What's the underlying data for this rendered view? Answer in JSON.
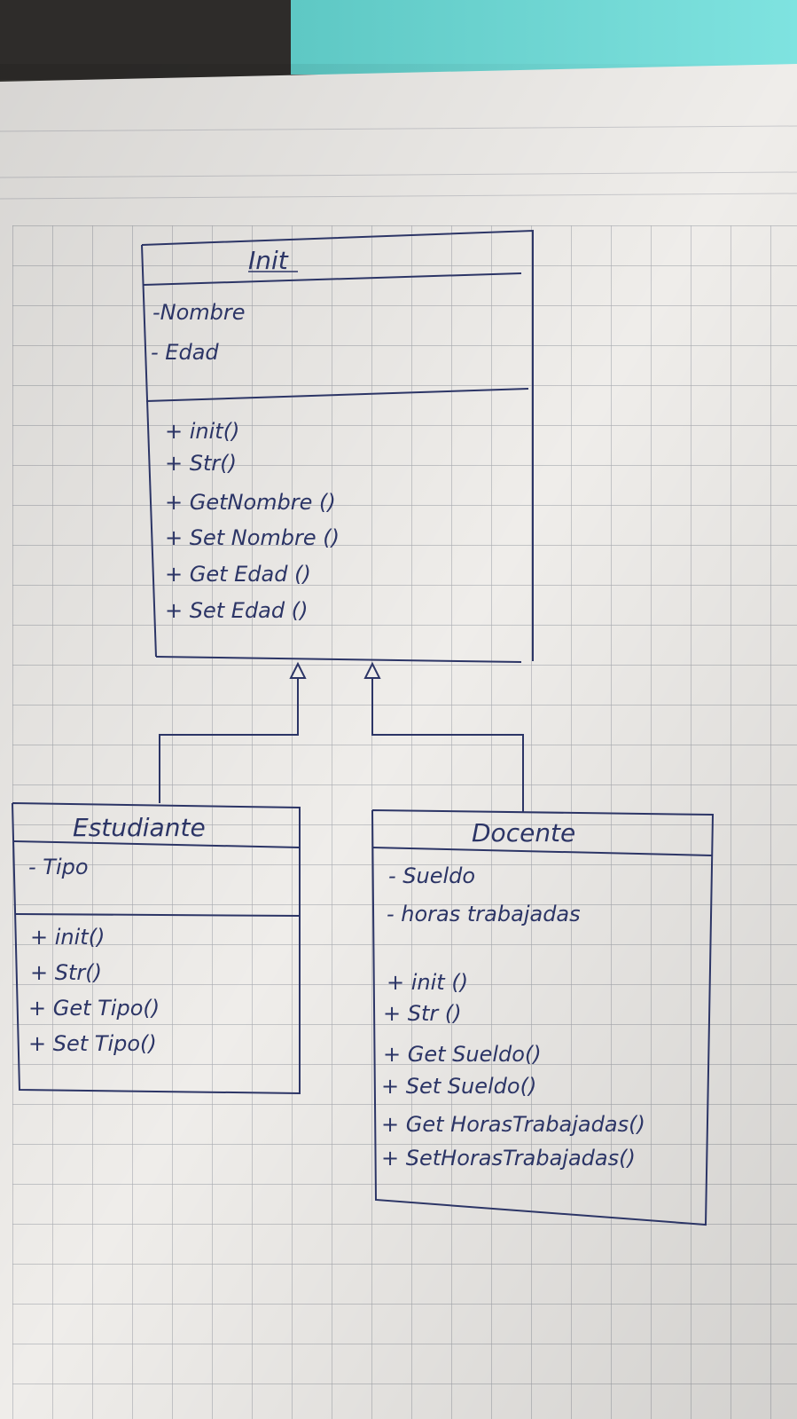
{
  "diagram": {
    "kind": "UML class diagram (hand-drawn)",
    "classes": [
      {
        "id": "init",
        "name": "Init",
        "attributes": [
          "-Nombre",
          "- Edad"
        ],
        "methods": [
          "+ init()",
          "+ Str()",
          "+ GetNombre ()",
          "+ Set Nombre ()",
          "+ Get Edad ()",
          "+ Set Edad ()"
        ]
      },
      {
        "id": "estudiante",
        "name": "Estudiante",
        "attributes": [
          "- Tipo"
        ],
        "methods": [
          "+ init()",
          "+ Str()",
          "+ Get Tipo()",
          "+ Set Tipo()"
        ]
      },
      {
        "id": "docente",
        "name": "Docente",
        "attributes": [
          "- Sueldo",
          "- horas trabajadas"
        ],
        "methods": [
          "+ init ()",
          "+ Str ()",
          "+ Get Sueldo()",
          "+ Set Sueldo()",
          "+ Get HorasTrabajadas()",
          "+ SetHorasTrabajadas()"
        ]
      }
    ],
    "relations": [
      {
        "type": "inheritance",
        "from": "estudiante",
        "to": "init"
      },
      {
        "type": "inheritance",
        "from": "docente",
        "to": "init"
      }
    ],
    "colors": {
      "ink": "#2c3566",
      "paper": "#efedea",
      "grid": "#a8aab0",
      "screen": "#6fd9d6",
      "desk": "#3b3a36"
    }
  }
}
